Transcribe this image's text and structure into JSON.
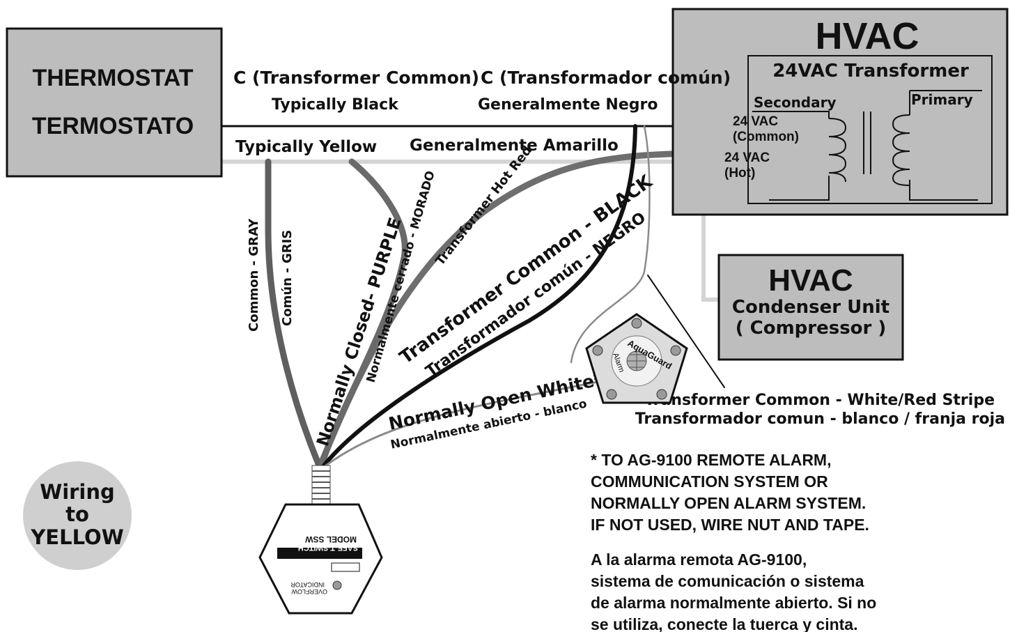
{
  "thermostat": {
    "line1": "THERMOSTAT",
    "line2": "TERMOSTATO"
  },
  "hvac_main": {
    "title": "HVAC",
    "transformer_title": "24VAC Transformer",
    "secondary": "Secondary",
    "primary": "Primary",
    "common_line1": "24 VAC",
    "common_line2": "(Common)",
    "hot_line1": "24 VAC",
    "hot_line2": "(Hot)"
  },
  "condenser": {
    "title": "HVAC",
    "line1": "Condenser Unit",
    "line2": "( Compressor )"
  },
  "top_wires": {
    "c_en": "C (Transformer Common)",
    "c_en_sub": "Typically Black",
    "c_es": "C (Transformador común)",
    "c_es_sub": "Generalmente Negro",
    "yellow_en": "Typically Yellow",
    "yellow_es": "Generalmente Amarillo"
  },
  "wire_labels": {
    "common_gray": "Common - GRAY",
    "comun_gris": "Común - GRIS",
    "nc_purple": "Normally Closed- PURPLE",
    "nc_morado": "Normalmente cerrado - MORADO",
    "hot_red": "Transformer Hot Red",
    "common_black": "Transformer Common - BLACK",
    "comun_negro": "Transformador común - NEGRO",
    "no_white": "Normally Open White*",
    "no_blanco": "Normalmente abierto - blanco",
    "stripe_en": "Transformer Common - White/Red Stripe",
    "stripe_es": "Transformador comun - blanco / franja roja"
  },
  "aquaguard": {
    "brand": "AquaGuard",
    "alarm": "Alarm"
  },
  "switch": {
    "model": "MODEL SSW",
    "name": "SAFE-T-SWITCH",
    "indicator_line1": "OVERFLOW",
    "indicator_line2": "INDICATOR"
  },
  "badge": {
    "line1": "Wiring",
    "line2": "to",
    "line3": "YELLOW"
  },
  "note_en": [
    "* TO AG-9100 REMOTE ALARM,",
    "COMMUNICATION SYSTEM OR",
    "NORMALLY OPEN ALARM SYSTEM.",
    "IF NOT USED, WIRE NUT AND TAPE."
  ],
  "note_es": [
    "A la alarma remota AG-9100,",
    "sistema de comunicación o sistema",
    "de alarma normalmente abierto. Si no",
    "se utiliza, conecte la tuerca y cinta."
  ],
  "colors": {
    "box_fill": "#bdbdbd",
    "ink": "#111111",
    "wire_gray": "#6e6e6e",
    "wire_light": "#d9d9d9"
  }
}
